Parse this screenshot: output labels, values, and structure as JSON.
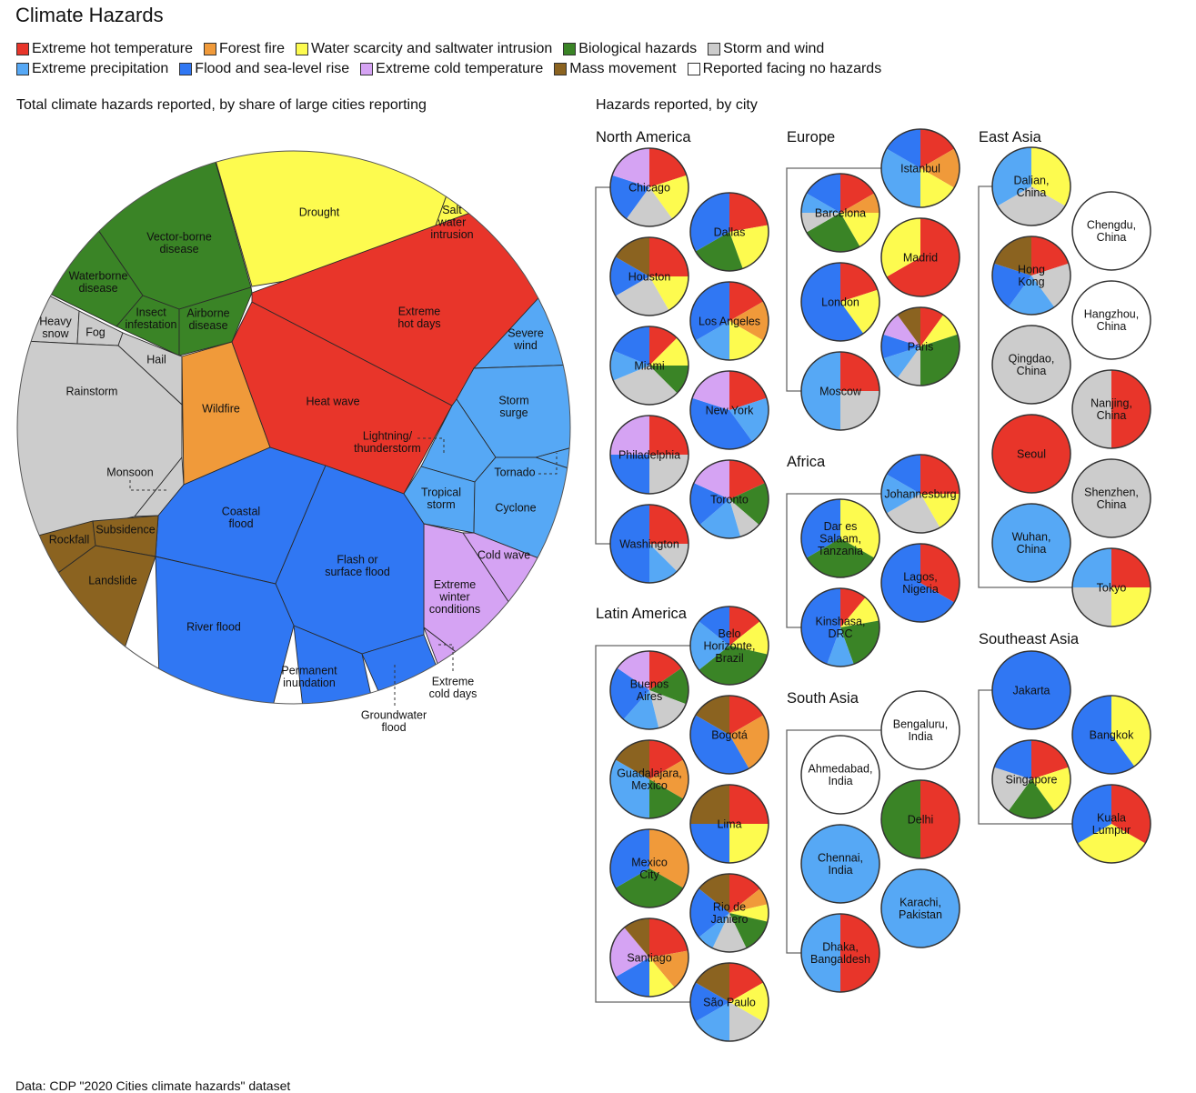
{
  "title": "Climate Hazards",
  "footer": "Data: CDP \"2020 Cities climate hazards\" dataset",
  "colors": {
    "hot": "#e8352a",
    "fire": "#f09a3a",
    "water": "#fdfb4f",
    "bio": "#3a8426",
    "storm": "#cccccc",
    "precip": "#56a8f5",
    "flood": "#3077f3",
    "cold": "#d5a3f3",
    "mass": "#8b6320",
    "none": "#ffffff"
  },
  "legend": [
    {
      "key": "hot",
      "label": "Extreme hot temperature"
    },
    {
      "key": "fire",
      "label": "Forest fire"
    },
    {
      "key": "water",
      "label": "Water scarcity and saltwater intrusion"
    },
    {
      "key": "bio",
      "label": "Biological hazards"
    },
    {
      "key": "storm",
      "label": "Storm and wind"
    },
    {
      "key": "precip",
      "label": "Extreme precipitation"
    },
    {
      "key": "flood",
      "label": "Flood and sea-level rise"
    },
    {
      "key": "cold",
      "label": "Extreme cold temperature"
    },
    {
      "key": "mass",
      "label": "Mass movement"
    },
    {
      "key": "none",
      "label": "Reported facing no hazards"
    }
  ],
  "chart_data": [
    {
      "type": "voronoi-treemap",
      "title": "Total climate hazards reported, by share of large cities reporting",
      "cells": [
        {
          "label": "Drought",
          "category": "water"
        },
        {
          "label": "Salt\nwater\nintrusion",
          "category": "water"
        },
        {
          "label": "Vector-borne\ndisease",
          "category": "bio"
        },
        {
          "label": "Waterborne\ndisease",
          "category": "bio"
        },
        {
          "label": "Insect\ninfestation",
          "category": "bio"
        },
        {
          "label": "Airborne\ndisease",
          "category": "bio"
        },
        {
          "label": "Heavy\nsnow",
          "category": "storm"
        },
        {
          "label": "Fog",
          "category": "storm"
        },
        {
          "label": "Hail",
          "category": "storm"
        },
        {
          "label": "Rainstorm",
          "category": "precip_gray"
        },
        {
          "label": "Monsoon",
          "category": "precip_gray"
        },
        {
          "label": "Wildfire",
          "category": "fire"
        },
        {
          "label": "Heat wave",
          "category": "hot"
        },
        {
          "label": "Extreme\nhot days",
          "category": "hot"
        },
        {
          "label": "Severe\nwind",
          "category": "precip"
        },
        {
          "label": "Storm\nsurge",
          "category": "precip"
        },
        {
          "label": "Lightning/\nthunderstorm",
          "category": "precip"
        },
        {
          "label": "Tropical\nstorm",
          "category": "precip"
        },
        {
          "label": "Tornado",
          "category": "precip"
        },
        {
          "label": "Cyclone",
          "category": "precip"
        },
        {
          "label": "Extreme\nwinter\nconditions",
          "category": "cold"
        },
        {
          "label": "Cold wave",
          "category": "cold"
        },
        {
          "label": "Extreme\ncold days",
          "category": "cold"
        },
        {
          "label": "Coastal\nflood",
          "category": "flood"
        },
        {
          "label": "Flash or\nsurface flood",
          "category": "flood"
        },
        {
          "label": "River flood",
          "category": "flood"
        },
        {
          "label": "Permanent\ninundation",
          "category": "flood"
        },
        {
          "label": "Groundwater\nflood",
          "category": "flood"
        },
        {
          "label": "Rockfall",
          "category": "mass"
        },
        {
          "label": "Subsidence",
          "category": "mass"
        },
        {
          "label": "Landslide",
          "category": "mass"
        }
      ]
    },
    {
      "type": "pie",
      "title": "Hazards reported, by city",
      "category_order": [
        "hot",
        "fire",
        "water",
        "bio",
        "storm",
        "precip",
        "flood",
        "cold",
        "mass",
        "none"
      ],
      "regions": [
        {
          "name": "North America",
          "cities": [
            {
              "name": "Chicago",
              "values": {
                "hot": 1,
                "water": 1,
                "storm": 1,
                "flood": 1,
                "cold": 1
              }
            },
            {
              "name": "Dallas",
              "values": {
                "hot": 2,
                "water": 2,
                "bio": 2,
                "flood": 3
              }
            },
            {
              "name": "Houston",
              "values": {
                "hot": 3,
                "water": 2,
                "storm": 3,
                "flood": 2,
                "mass": 2
              }
            },
            {
              "name": "Los Angeles",
              "values": {
                "hot": 1,
                "fire": 1,
                "water": 1,
                "precip": 1,
                "flood": 2
              }
            },
            {
              "name": "Miami",
              "values": {
                "hot": 2,
                "water": 2,
                "bio": 2,
                "storm": 5,
                "precip": 2,
                "flood": 3
              }
            },
            {
              "name": "New York",
              "values": {
                "hot": 1,
                "precip": 1,
                "flood": 2,
                "cold": 1
              }
            },
            {
              "name": "Philadelphia",
              "values": {
                "hot": 1,
                "storm": 1,
                "flood": 1,
                "cold": 1
              }
            },
            {
              "name": "Toronto",
              "values": {
                "hot": 2,
                "bio": 2,
                "storm": 1,
                "precip": 2,
                "flood": 2,
                "cold": 2
              }
            },
            {
              "name": "Washington",
              "values": {
                "hot": 2,
                "storm": 1,
                "precip": 1,
                "flood": 4
              }
            }
          ]
        },
        {
          "name": "Europe",
          "cities": [
            {
              "name": "Istanbul",
              "values": {
                "hot": 1,
                "fire": 1,
                "water": 1,
                "precip": 2,
                "flood": 1
              }
            },
            {
              "name": "Barcelona",
              "values": {
                "hot": 2,
                "fire": 1,
                "water": 2,
                "bio": 3,
                "storm": 1,
                "precip": 1,
                "flood": 2
              }
            },
            {
              "name": "Madrid",
              "values": {
                "hot": 2,
                "water": 1
              }
            },
            {
              "name": "London",
              "values": {
                "hot": 1,
                "water": 1,
                "flood": 3
              }
            },
            {
              "name": "Paris",
              "values": {
                "hot": 1,
                "water": 1,
                "bio": 3,
                "storm": 1,
                "precip": 1,
                "flood": 1,
                "cold": 1,
                "mass": 1
              }
            },
            {
              "name": "Moscow",
              "values": {
                "hot": 1,
                "storm": 1,
                "precip": 2
              }
            }
          ]
        },
        {
          "name": "Africa",
          "cities": [
            {
              "name": "Johannesburg",
              "values": {
                "hot": 3,
                "water": 2,
                "storm": 3,
                "precip": 2,
                "flood": 2
              }
            },
            {
              "name": "Dar es\nSalaam,\nTanzania",
              "values": {
                "water": 1,
                "bio": 1,
                "flood": 1
              }
            },
            {
              "name": "Lagos,\nNigeria",
              "values": {
                "hot": 1,
                "flood": 2
              }
            },
            {
              "name": "Kinshasa,\nDRC",
              "values": {
                "hot": 1,
                "water": 1,
                "bio": 2,
                "precip": 1,
                "flood": 4
              }
            }
          ]
        },
        {
          "name": "Latin America",
          "cities": [
            {
              "name": "Belo\nHorizonte,\nBrazil",
              "values": {
                "hot": 2,
                "water": 2,
                "bio": 5,
                "precip": 3,
                "flood": 2
              }
            },
            {
              "name": "Buenos\nAires",
              "values": {
                "hot": 2,
                "bio": 2,
                "storm": 2,
                "precip": 2,
                "flood": 3,
                "cold": 2
              }
            },
            {
              "name": "Bogotá",
              "values": {
                "hot": 2,
                "fire": 3,
                "flood": 5,
                "mass": 2
              }
            },
            {
              "name": "Guadalajara,\nMexico",
              "values": {
                "hot": 1,
                "fire": 1,
                "bio": 1,
                "precip": 2,
                "mass": 1
              }
            },
            {
              "name": "Lima",
              "values": {
                "hot": 1,
                "water": 1,
                "flood": 1,
                "mass": 1
              }
            },
            {
              "name": "Mexico\nCity",
              "values": {
                "fire": 1,
                "bio": 1,
                "flood": 1
              }
            },
            {
              "name": "Rio de\nJaniero",
              "values": {
                "hot": 2,
                "fire": 1,
                "water": 1,
                "bio": 2,
                "storm": 2,
                "precip": 1,
                "flood": 3,
                "mass": 2
              }
            },
            {
              "name": "Santiago",
              "values": {
                "hot": 4,
                "fire": 3,
                "water": 2,
                "flood": 3,
                "cold": 4,
                "mass": 2
              }
            },
            {
              "name": "São Paulo",
              "values": {
                "hot": 1,
                "water": 1,
                "storm": 1,
                "precip": 1,
                "flood": 1,
                "mass": 1
              }
            }
          ]
        },
        {
          "name": "East Asia",
          "cities": [
            {
              "name": "Dalian,\nChina",
              "values": {
                "water": 1,
                "storm": 1,
                "precip": 1
              }
            },
            {
              "name": "Chengdu,\nChina",
              "values": {
                "none": 1
              }
            },
            {
              "name": "Hong\nKong",
              "values": {
                "hot": 1,
                "storm": 1,
                "precip": 1,
                "flood": 1,
                "mass": 1
              }
            },
            {
              "name": "Hangzhou,\nChina",
              "values": {
                "none": 1
              }
            },
            {
              "name": "Qingdao,\nChina",
              "values": {
                "storm": 1
              }
            },
            {
              "name": "Nanjing,\nChina",
              "values": {
                "hot": 1,
                "storm": 1
              }
            },
            {
              "name": "Seoul",
              "values": {
                "hot": 1
              }
            },
            {
              "name": "Shenzhen,\nChina",
              "values": {
                "storm": 1
              }
            },
            {
              "name": "Wuhan,\nChina",
              "values": {
                "precip": 1
              }
            },
            {
              "name": "Tokyo",
              "values": {
                "hot": 1,
                "water": 1,
                "storm": 1,
                "precip": 1
              }
            }
          ]
        },
        {
          "name": "South Asia",
          "cities": [
            {
              "name": "Bengaluru,\nIndia",
              "values": {
                "none": 1
              }
            },
            {
              "name": "Ahmedabad,\nIndia",
              "values": {
                "none": 1
              }
            },
            {
              "name": "Delhi",
              "values": {
                "hot": 1,
                "bio": 1
              }
            },
            {
              "name": "Chennai,\nIndia",
              "values": {
                "precip": 1
              }
            },
            {
              "name": "Karachi,\nPakistan",
              "values": {
                "precip": 1
              }
            },
            {
              "name": "Dhaka,\nBangaldesh",
              "values": {
                "hot": 1,
                "precip": 1
              }
            }
          ]
        },
        {
          "name": "Southeast Asia",
          "cities": [
            {
              "name": "Jakarta",
              "values": {
                "flood": 1
              }
            },
            {
              "name": "Bangkok",
              "values": {
                "water": 2,
                "flood": 3
              }
            },
            {
              "name": "Singapore",
              "values": {
                "hot": 1,
                "water": 1,
                "bio": 1,
                "storm": 1,
                "flood": 1
              }
            },
            {
              "name": "Kuala\nLumpur",
              "values": {
                "hot": 1,
                "water": 1,
                "flood": 1
              }
            }
          ]
        }
      ]
    }
  ]
}
